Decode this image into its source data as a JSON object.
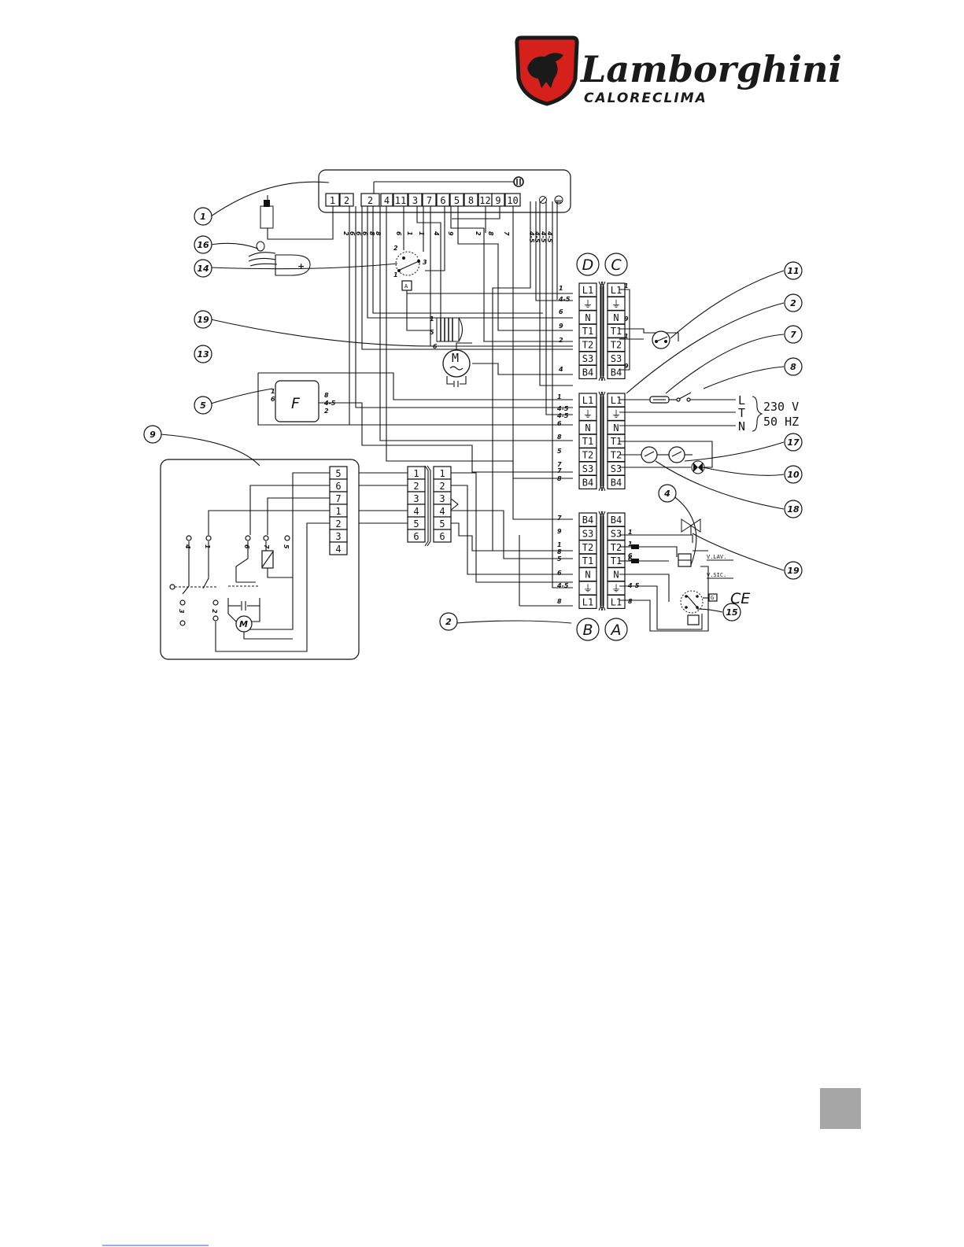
{
  "brand": {
    "name": "Lamborghini",
    "subname": "CALORECLIMA",
    "colors": {
      "red": "#d6201c",
      "dark": "#1a1a1a"
    }
  },
  "main_strip": [
    "1",
    "2",
    "2",
    "4",
    "11",
    "3",
    "7",
    "6",
    "5",
    "8",
    "12",
    "9",
    "10"
  ],
  "block_letters": [
    "D",
    "C",
    "B",
    "A"
  ],
  "blocks": {
    "D": [
      "L1",
      "⏚",
      "N",
      "T1",
      "T2",
      "S3",
      "B4"
    ],
    "C": [
      "L1",
      "⏚",
      "N",
      "T1",
      "T2",
      "S3",
      "B4"
    ],
    "B1": [
      "L1",
      "⏚",
      "N",
      "T1",
      "T2",
      "S3",
      "B4"
    ],
    "C2": [
      "L1",
      "⏚",
      "N",
      "T1",
      "T2",
      "S3",
      "B4"
    ],
    "B": [
      "B4",
      "S3",
      "T2",
      "T1",
      "N",
      "⏚",
      "L1"
    ],
    "A": [
      "B4",
      "S3",
      "T2",
      "T1",
      "N",
      "⏚",
      "L1"
    ]
  },
  "strip_9": [
    "5",
    "6",
    "7",
    "1",
    "2",
    "3",
    "4"
  ],
  "connector_left": [
    "1",
    "2",
    "3",
    "4",
    "5",
    "6"
  ],
  "connector_right": [
    "1",
    "2",
    "3",
    "4",
    "5",
    "6"
  ],
  "callouts": [
    "1",
    "16",
    "14",
    "19",
    "13",
    "5",
    "9",
    "11",
    "2",
    "7",
    "8",
    "17",
    "10",
    "18",
    "4",
    "19",
    "15",
    "2"
  ],
  "supply": {
    "phases": [
      "L",
      "T",
      "N"
    ],
    "voltage": "230 V",
    "freq": "50 HZ"
  },
  "component_labels": {
    "filter": "F",
    "motor": "M",
    "sensor": "A",
    "ce": "CE",
    "v_lav": "V.LAV.",
    "v_sic": "V.SIC.",
    "small_box": "G"
  },
  "wire_labels": {
    "top": [
      "2",
      "6",
      "6",
      "6",
      "8",
      "8",
      "6",
      "1",
      "1",
      "4",
      "9",
      "2",
      "8",
      "7",
      "4-5",
      "4-5",
      "4-5",
      "4-5"
    ],
    "D": [
      "1",
      "4-5",
      "6",
      "9",
      "2",
      "",
      "4"
    ],
    "C": [
      "1",
      "9",
      "1",
      "9"
    ],
    "B1": [
      "1",
      "4-5",
      "4-5",
      "6",
      "8",
      "5",
      "7",
      "7",
      "8"
    ],
    "B": [
      "7",
      "9",
      "1",
      "8",
      "5",
      "6",
      "4-5",
      "8"
    ],
    "A": [
      "1",
      "1",
      "6",
      "6",
      "4-5",
      "8"
    ],
    "F": [
      "1",
      "6",
      "8",
      "4-5",
      "2"
    ],
    "thermo": [
      "1",
      "5",
      "6"
    ]
  },
  "page_tab_color": "#a6a6a6"
}
